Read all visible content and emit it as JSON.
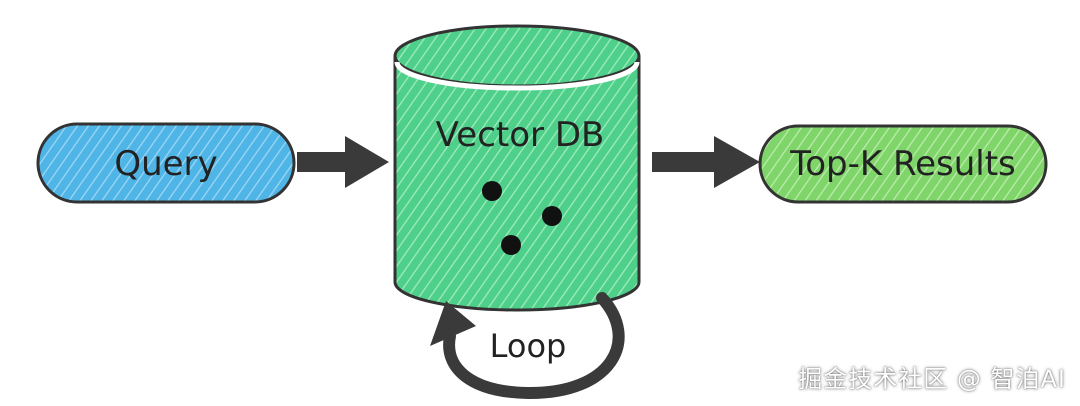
{
  "nodes": {
    "query": {
      "label": "Query",
      "color": "#4fb4e6"
    },
    "vector_db": {
      "label": "Vector DB",
      "color": "#4fd08a"
    },
    "results": {
      "label": "Top-K Results",
      "color": "#7fd46a"
    }
  },
  "loop": {
    "label": "Loop"
  },
  "watermark": {
    "text": "掘金技术社区 @ 智泊AI"
  },
  "colors": {
    "outline": "#333333",
    "arrow": "#3a3a3a"
  }
}
